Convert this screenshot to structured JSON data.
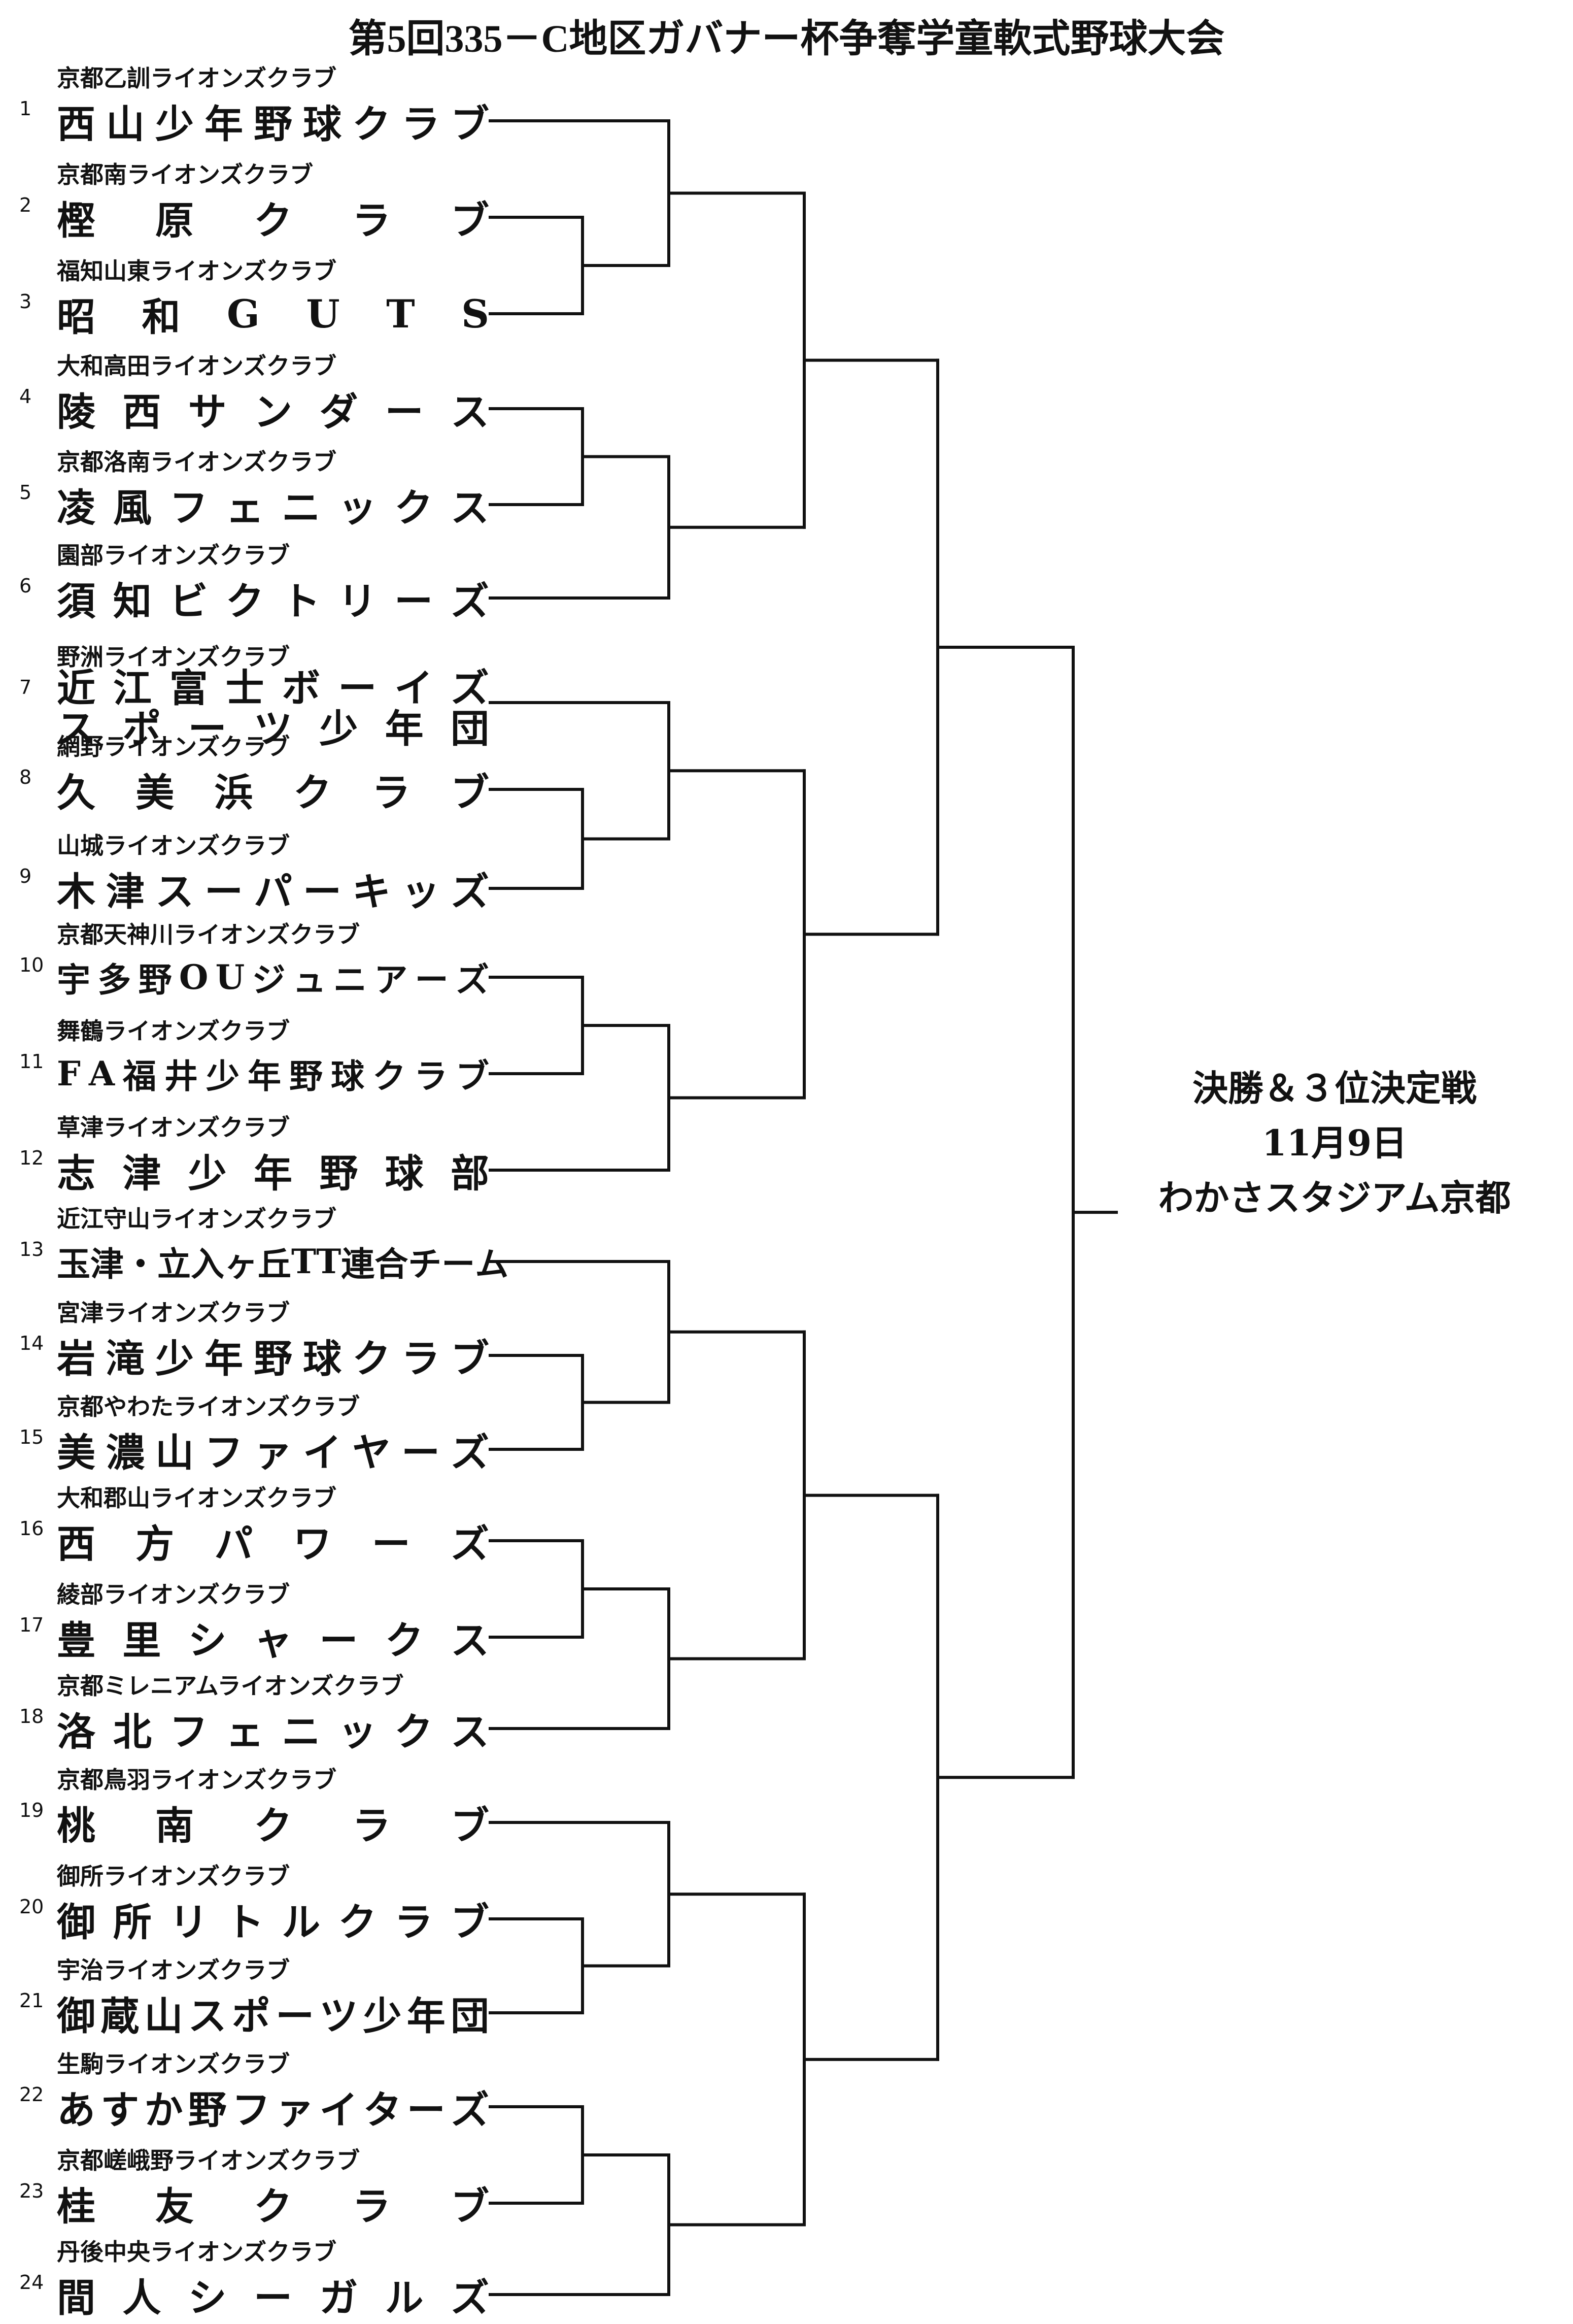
{
  "title": "第5回335－C地区ガバナー杯争奪学童軟式野球大会",
  "teams": [
    {
      "num": "1",
      "sponsor": "京都乙訓ライオンズクラブ",
      "name": "西山少年野球クラブ"
    },
    {
      "num": "2",
      "sponsor": "京都南ライオンズクラブ",
      "name": "樫原クラブ"
    },
    {
      "num": "3",
      "sponsor": "福知山東ライオンズクラブ",
      "name": "昭和GUTS"
    },
    {
      "num": "4",
      "sponsor": "大和高田ライオンズクラブ",
      "name": "陵西サンダース"
    },
    {
      "num": "5",
      "sponsor": "京都洛南ライオンズクラブ",
      "name": "凌風フェニックス"
    },
    {
      "num": "6",
      "sponsor": "園部ライオンズクラブ",
      "name": "須知ビクトリーズ"
    },
    {
      "num": "7",
      "sponsor": "野洲ライオンズクラブ",
      "name": "近江富士ボーイズ",
      "name2": "スポーツ少年団"
    },
    {
      "num": "8",
      "sponsor": "網野ライオンズクラブ",
      "name": "久美浜クラブ"
    },
    {
      "num": "9",
      "sponsor": "山城ライオンズクラブ",
      "name": "木津スーパーキッズ"
    },
    {
      "num": "10",
      "sponsor": "京都天神川ライオンズクラブ",
      "name": "宇多野OUジュニアーズ"
    },
    {
      "num": "11",
      "sponsor": "舞鶴ライオンズクラブ",
      "name": "FA福井少年野球クラブ"
    },
    {
      "num": "12",
      "sponsor": "草津ライオンズクラブ",
      "name": "志津少年野球部"
    },
    {
      "num": "13",
      "sponsor": "近江守山ライオンズクラブ",
      "name": "玉津・立入ヶ丘TT連合チーム"
    },
    {
      "num": "14",
      "sponsor": "宮津ライオンズクラブ",
      "name": "岩滝少年野球クラブ"
    },
    {
      "num": "15",
      "sponsor": "京都やわたライオンズクラブ",
      "name": "美濃山ファイヤーズ"
    },
    {
      "num": "16",
      "sponsor": "大和郡山ライオンズクラブ",
      "name": "西方パワーズ"
    },
    {
      "num": "17",
      "sponsor": "綾部ライオンズクラブ",
      "name": "豊里シャークス"
    },
    {
      "num": "18",
      "sponsor": "京都ミレニアムライオンズクラブ",
      "name": "洛北フェニックス"
    },
    {
      "num": "19",
      "sponsor": "京都鳥羽ライオンズクラブ",
      "name": "桃南クラブ"
    },
    {
      "num": "20",
      "sponsor": "御所ライオンズクラブ",
      "name": "御所リトルクラブ"
    },
    {
      "num": "21",
      "sponsor": "宇治ライオンズクラブ",
      "name": "御蔵山スポーツ少年団"
    },
    {
      "num": "22",
      "sponsor": "生駒ライオンズクラブ",
      "name": "あすか野ファイターズ"
    },
    {
      "num": "23",
      "sponsor": "京都嵯峨野ライオンズクラブ",
      "name": "桂友クラブ"
    },
    {
      "num": "24",
      "sponsor": "丹後中央ライオンズクラブ",
      "name": "間人シーガルズ"
    }
  ],
  "final": {
    "label": "決勝＆３位決定戦",
    "date": "11月9日",
    "venue": "わかさスタジアム京都"
  },
  "colors": {
    "line": "#111111",
    "text": "#111111",
    "background": "#ffffff"
  }
}
